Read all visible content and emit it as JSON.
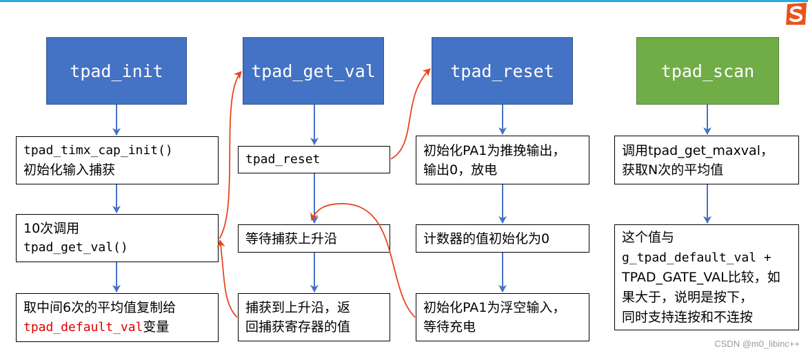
{
  "columns": [
    {
      "header": "tpad_init",
      "boxes": [
        {
          "lines": [
            "tpad_timx_cap_init()",
            "初始化输入捕获"
          ]
        },
        {
          "lines": [
            "10次调用",
            "tpad_get_val()"
          ]
        },
        {
          "line1": "取中间6次的平均值复制给",
          "line2_red": "tpad_default_val",
          "line2_rest": "变量"
        }
      ]
    },
    {
      "header": "tpad_get_val",
      "boxes": [
        {
          "lines": [
            "tpad_reset"
          ]
        },
        {
          "lines": [
            "等待捕获上升沿"
          ]
        },
        {
          "lines": [
            "捕获到上升沿，返",
            "回捕获寄存器的值"
          ]
        }
      ]
    },
    {
      "header": "tpad_reset",
      "boxes": [
        {
          "lines": [
            "初始化PA1为推挽输出，",
            "输出0，放电"
          ]
        },
        {
          "lines": [
            "计数器的值初始化为0"
          ]
        },
        {
          "lines": [
            "初始化PA1为浮空输入，",
            "等待充电"
          ]
        }
      ]
    },
    {
      "header": "tpad_scan",
      "boxes": [
        {
          "lines": [
            "调用tpad_get_maxval，",
            "获取N次的平均值"
          ]
        },
        {
          "lines": [
            "这个值与",
            "g_tpad_default_val +",
            "TPAD_GATE_VAL比较，如",
            "果大于，说明是按下，",
            "同时支持连按和不连按"
          ]
        }
      ]
    }
  ],
  "colors": {
    "header_blue": "#4472c4",
    "header_green": "#70ad47",
    "arrow_blue": "#4472c4",
    "call_arrow_red": "#e8441c",
    "highlight_red": "#e00000"
  },
  "logo_icon": "sogou-s-logo-icon",
  "watermark": "CSDN @m0_libinc++"
}
